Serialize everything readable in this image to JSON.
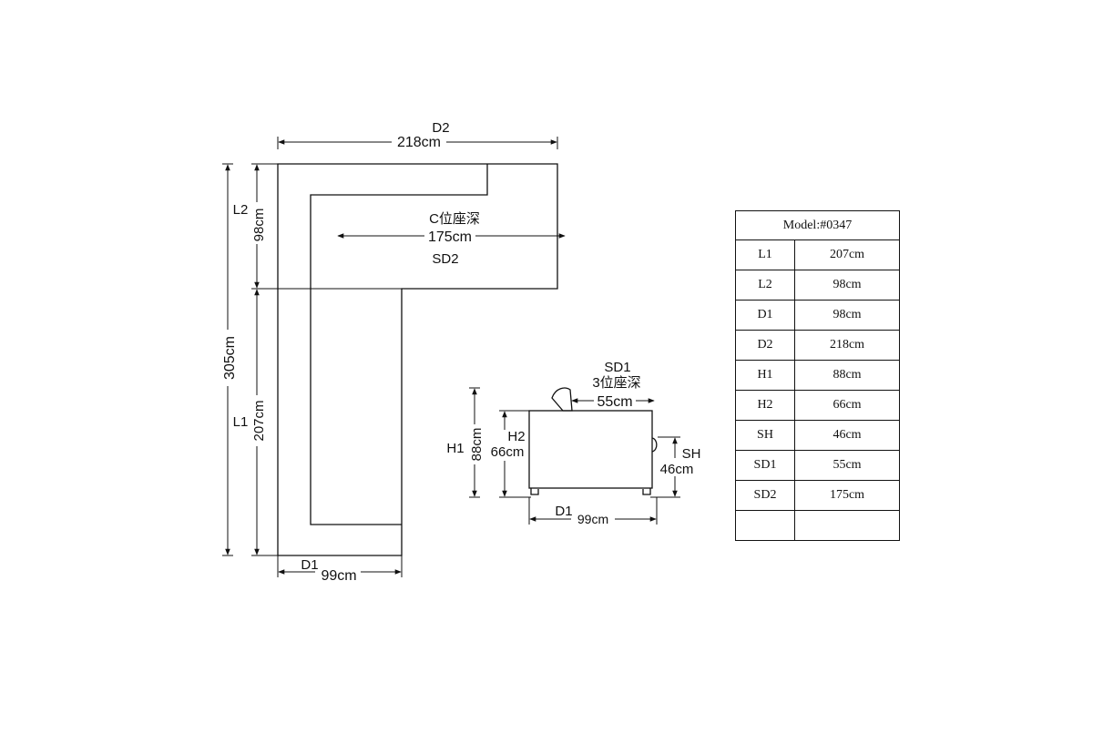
{
  "plan": {
    "d2_label": "D2",
    "d2_value": "218cm",
    "l2_label": "L2",
    "l2_value": "98cm",
    "total_value": "305cm",
    "l1_label": "L1",
    "l1_value": "207cm",
    "c_seat_depth": "C位座深",
    "sd2_value": "175cm",
    "sd2_label": "SD2",
    "d1_label": "D1",
    "d1_value": "99cm"
  },
  "side": {
    "sd1_label": "SD1",
    "seat_depth_3": "3位座深",
    "sd1_value": "55cm",
    "h1_label": "H1",
    "h1_value": "88cm",
    "h2_label": "H2",
    "h2_value": "66cm",
    "sh_label": "SH",
    "sh_value": "46cm",
    "d1_label": "D1",
    "d1_value": "99cm"
  },
  "table": {
    "model": "Model:#0347",
    "rows": [
      {
        "key": "L1",
        "value": "207cm"
      },
      {
        "key": "L2",
        "value": "98cm"
      },
      {
        "key": "D1",
        "value": "98cm"
      },
      {
        "key": "D2",
        "value": "218cm"
      },
      {
        "key": "H1",
        "value": "88cm"
      },
      {
        "key": "H2",
        "value": "66cm"
      },
      {
        "key": "SH",
        "value": "46cm"
      },
      {
        "key": "SD1",
        "value": "55cm"
      },
      {
        "key": "SD2",
        "value": "175cm"
      },
      {
        "key": "",
        "value": ""
      }
    ]
  }
}
